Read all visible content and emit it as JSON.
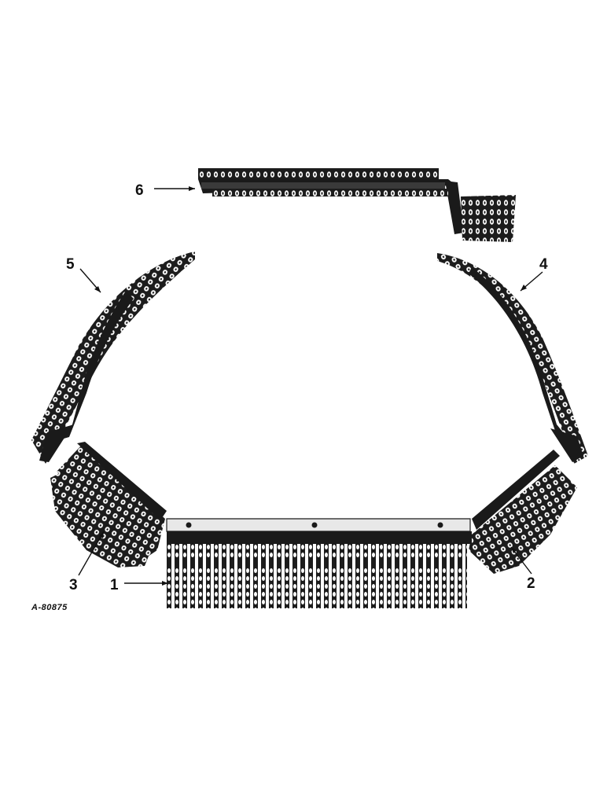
{
  "figure_id": "A-80875",
  "callouts": [
    {
      "label": "1"
    },
    {
      "label": "2"
    },
    {
      "label": "3"
    },
    {
      "label": "4"
    },
    {
      "label": "5"
    },
    {
      "label": "6"
    }
  ]
}
